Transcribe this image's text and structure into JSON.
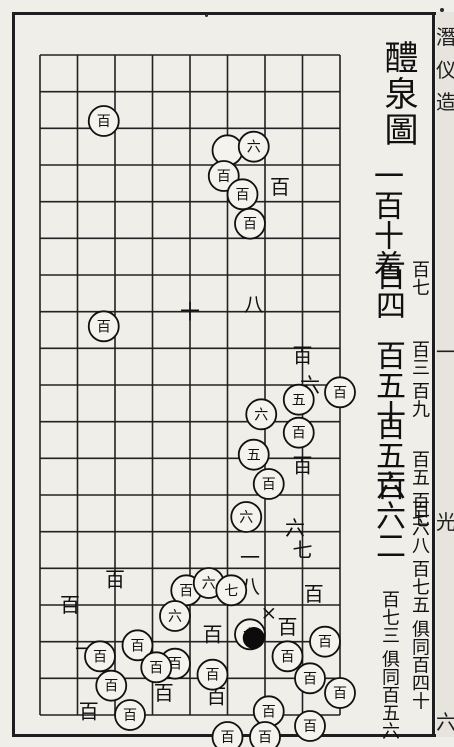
{
  "title": "醴泉圖",
  "move_columns": [
    {
      "main": "一百十着",
      "sub": ""
    },
    {
      "main": "百四",
      "sub": "百七"
    },
    {
      "main": "百五十",
      "sub": "百三 百九"
    },
    {
      "main": "百五六",
      "sub": "百五 百七"
    },
    {
      "main": "百六二",
      "sub": "百六八 百七五 俱同百四十"
    },
    {
      "main": "",
      "sub": "百七三 俱同百五六"
    }
  ],
  "edge_chars": [
    "潛",
    "仪",
    "造",
    "一",
    "光",
    "六"
  ],
  "board": {
    "cols": 9,
    "rows": 19,
    "stones": [
      {
        "color": "white",
        "label": "百",
        "col": 1.7,
        "row": 1.8
      },
      {
        "color": "white",
        "label": "",
        "col": 5.0,
        "row": 2.6
      },
      {
        "color": "white",
        "label": "六",
        "col": 5.7,
        "row": 2.5
      },
      {
        "color": "white",
        "label": "百",
        "col": 4.9,
        "row": 3.3
      },
      {
        "color": "white",
        "label": "百",
        "col": 5.4,
        "row": 3.8
      },
      {
        "color": "white",
        "label": "百",
        "col": 5.6,
        "row": 4.6
      },
      {
        "color": "white",
        "label": "百",
        "col": 1.7,
        "row": 7.4
      },
      {
        "color": "white",
        "label": "百",
        "col": 8.0,
        "row": 9.2
      },
      {
        "color": "white",
        "label": "五",
        "col": 6.9,
        "row": 9.4
      },
      {
        "color": "white",
        "label": "六",
        "col": 5.9,
        "row": 9.8
      },
      {
        "color": "white",
        "label": "百",
        "col": 6.9,
        "row": 10.3
      },
      {
        "color": "white",
        "label": "五",
        "col": 5.7,
        "row": 10.9
      },
      {
        "color": "white",
        "label": "百",
        "col": 6.1,
        "row": 11.7
      },
      {
        "color": "white",
        "label": "六",
        "col": 5.5,
        "row": 12.6
      },
      {
        "color": "white",
        "label": "百",
        "col": 3.9,
        "row": 14.6
      },
      {
        "color": "white",
        "label": "六",
        "col": 4.5,
        "row": 14.4
      },
      {
        "color": "white",
        "label": "七",
        "col": 5.1,
        "row": 14.6
      },
      {
        "color": "white",
        "label": "六",
        "col": 3.6,
        "row": 15.3
      },
      {
        "color": "white",
        "label": "六",
        "col": 5.6,
        "row": 15.8
      },
      {
        "color": "white",
        "label": "百",
        "col": 2.6,
        "row": 16.1
      },
      {
        "color": "white",
        "label": "百",
        "col": 3.6,
        "row": 16.6
      },
      {
        "color": "white",
        "label": "百",
        "col": 1.6,
        "row": 16.4
      },
      {
        "color": "white",
        "label": "百",
        "col": 1.9,
        "row": 17.2
      },
      {
        "color": "white",
        "label": "百",
        "col": 2.4,
        "row": 18.0
      },
      {
        "color": "white",
        "label": "百",
        "col": 4.6,
        "row": 16.9
      },
      {
        "color": "white",
        "label": "百",
        "col": 3.1,
        "row": 16.7
      },
      {
        "color": "white",
        "label": "百",
        "col": 6.6,
        "row": 16.4
      },
      {
        "color": "white",
        "label": "百",
        "col": 7.2,
        "row": 17.0
      },
      {
        "color": "white",
        "label": "百",
        "col": 7.6,
        "row": 16.0
      },
      {
        "color": "white",
        "label": "百",
        "col": 8.0,
        "row": 17.4
      },
      {
        "color": "white",
        "label": "百",
        "col": 6.1,
        "row": 17.9
      },
      {
        "color": "white",
        "label": "百",
        "col": 6.0,
        "row": 18.6
      },
      {
        "color": "white",
        "label": "百",
        "col": 7.2,
        "row": 18.3
      },
      {
        "color": "white",
        "label": "百",
        "col": 5.0,
        "row": 18.6
      },
      {
        "color": "black",
        "label": "",
        "col": 5.7,
        "row": 15.9
      }
    ],
    "marks": [
      {
        "text": "百",
        "col": 6.4,
        "row": 3.6
      },
      {
        "text": "十",
        "col": 4.0,
        "row": 7.0
      },
      {
        "text": "八",
        "col": 5.7,
        "row": 6.8
      },
      {
        "text": "百",
        "col": 7.0,
        "row": 8.2
      },
      {
        "text": "六",
        "col": 7.2,
        "row": 9.0
      },
      {
        "text": "百",
        "col": 7.0,
        "row": 11.2
      },
      {
        "text": "六",
        "col": 6.8,
        "row": 12.9
      },
      {
        "text": "七",
        "col": 7.0,
        "row": 13.5
      },
      {
        "text": "一",
        "col": 5.6,
        "row": 13.7
      },
      {
        "text": "八",
        "col": 5.6,
        "row": 14.5
      },
      {
        "text": "×",
        "col": 6.1,
        "row": 15.2
      },
      {
        "text": "百",
        "col": 7.3,
        "row": 14.7
      },
      {
        "text": "百",
        "col": 4.6,
        "row": 15.8
      },
      {
        "text": "百",
        "col": 4.7,
        "row": 17.5
      },
      {
        "text": "百",
        "col": 3.3,
        "row": 17.4
      },
      {
        "text": "百",
        "col": 2.0,
        "row": 14.3
      },
      {
        "text": "百",
        "col": 0.8,
        "row": 15.0
      },
      {
        "text": "百",
        "col": 1.3,
        "row": 17.9
      },
      {
        "text": "一",
        "col": 1.2,
        "row": 16.2
      },
      {
        "text": "百",
        "col": 6.6,
        "row": 15.6
      }
    ]
  }
}
